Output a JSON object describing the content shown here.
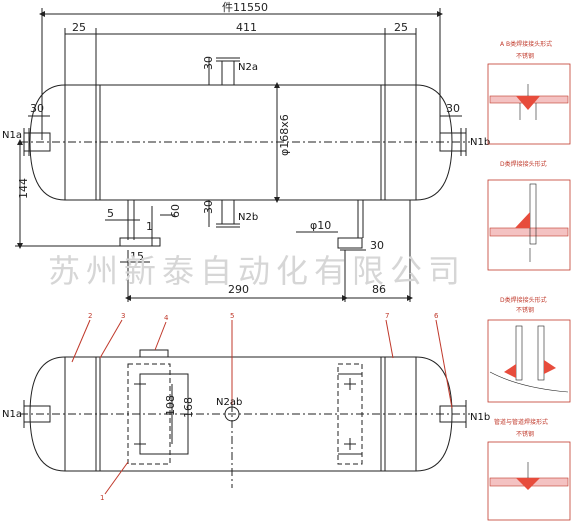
{
  "top_view": {
    "overall_length": "件11550",
    "inner_length": "411",
    "head_left": "25",
    "head_right": "25",
    "diameter": "φ168x6",
    "height": "144",
    "saddle_offset": "290",
    "saddle_right": "86",
    "dim_5": "5",
    "dim_60": "60",
    "dim_15": "15",
    "dim_1": "1",
    "dim_10": "φ10",
    "dim_30_pipe": "30",
    "nozzle_height": "30",
    "nozzle_n1a_len": "30",
    "nozzle_n1b_len": "30",
    "n2a_height": "30",
    "n2b_height": "30",
    "n1a": "N1a",
    "n1b": "N1b",
    "n2a": "N2a",
    "n2b": "N2b"
  },
  "watermark": "苏州新泰自动化有限公司",
  "plan_view": {
    "n1a": "N1a",
    "n1b": "N1b",
    "n2ab": "N2ab",
    "dim_108": "108",
    "dim_168": "168",
    "callouts": [
      "2",
      "3",
      "4",
      "5",
      "7",
      "6",
      "1"
    ]
  },
  "details": [
    {
      "title": "A B类焊接接头形式",
      "sub": "不锈钢"
    },
    {
      "title": "D类焊接接头形式",
      "sub": ""
    },
    {
      "title": "D类焊接接头形式",
      "sub": "不锈钢"
    },
    {
      "title": "管道与管道焊接形式",
      "sub": "不锈钢"
    }
  ]
}
